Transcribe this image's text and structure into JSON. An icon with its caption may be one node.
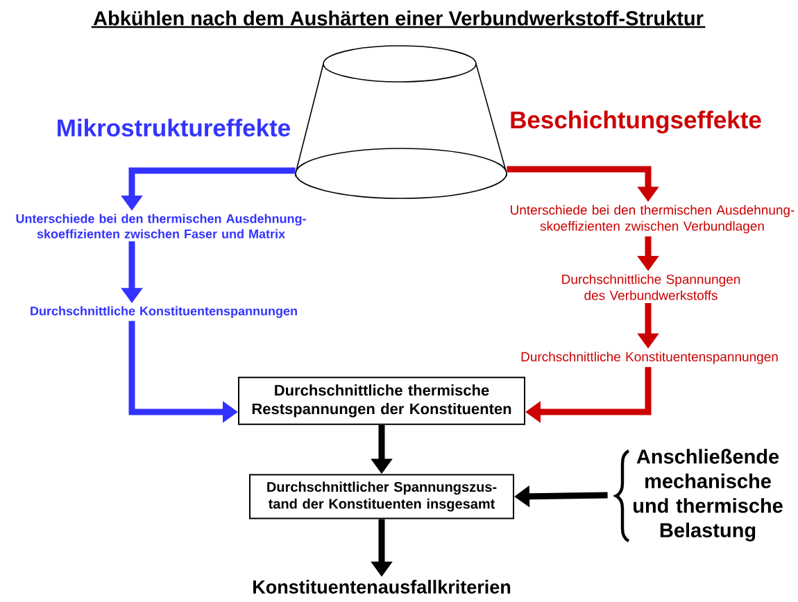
{
  "diagram": {
    "title": "Abkühlen nach dem Aushärten einer Verbundwerkstoff-Struktur",
    "nodes": [
      {
        "text": [],
        "shape": "cone"
      },
      {
        "text": [
          "Unterschiede bei den thermischen Ausdehnung- skoeffizienten zwischen Faser und Matrix"
        ]
      },
      {
        "text": [
          "Durchschnittliche Konstituentenspannungen"
        ]
      },
      {
        "text": [
          "Unterschiede bei den thermischen Ausdehnung- skoeffizienten zwischen Verbundlagen"
        ]
      },
      {
        "text": [
          "Durchschnittliche Spannungen des Verbundwerkstoffs"
        ]
      },
      {
        "text": [
          "Durchschnittliche Konstituentenspannungen"
        ]
      },
      {
        "text": [
          "Durchschnittliche thermische Restspannungen der Konstituenten"
        ]
      },
      {
        "text": [
          "Durchschnittlicher Spannungszus- tand der Konstituenten insgesamt"
        ]
      },
      {
        "text": [
          "Konstituentenausfallkriterien"
        ]
      },
      {
        "text": [
          "Anschließende mechanische und thermische Belastung"
        ]
      }
    ],
    "edges": [
      {
        "from": 0,
        "to": 1,
        "arrow": "to",
        "color": "#3333ff"
      },
      {
        "from": 1,
        "to": 2,
        "arrow": "to",
        "color": "#3333ff"
      },
      {
        "from": 2,
        "to": 6,
        "arrow": "to",
        "color": "#3333ff"
      },
      {
        "from": 0,
        "to": 3,
        "arrow": "to",
        "color": "#cc0000"
      },
      {
        "from": 3,
        "to": 4,
        "arrow": "to",
        "color": "#cc0000"
      },
      {
        "from": 4,
        "to": 5,
        "arrow": "to",
        "color": "#cc0000"
      },
      {
        "from": 5,
        "to": 6,
        "arrow": "to",
        "color": "#cc0000"
      },
      {
        "from": 6,
        "to": 7,
        "arrow": "to",
        "color": "#000000"
      },
      {
        "from": 7,
        "to": 8,
        "arrow": "to",
        "color": "#000000"
      },
      {
        "from": 9,
        "to": 7,
        "arrow": "to",
        "color": "#000000"
      }
    ],
    "labels": [
      "Mikrostruktureffekte",
      "Beschichtungseffekte"
    ]
  }
}
